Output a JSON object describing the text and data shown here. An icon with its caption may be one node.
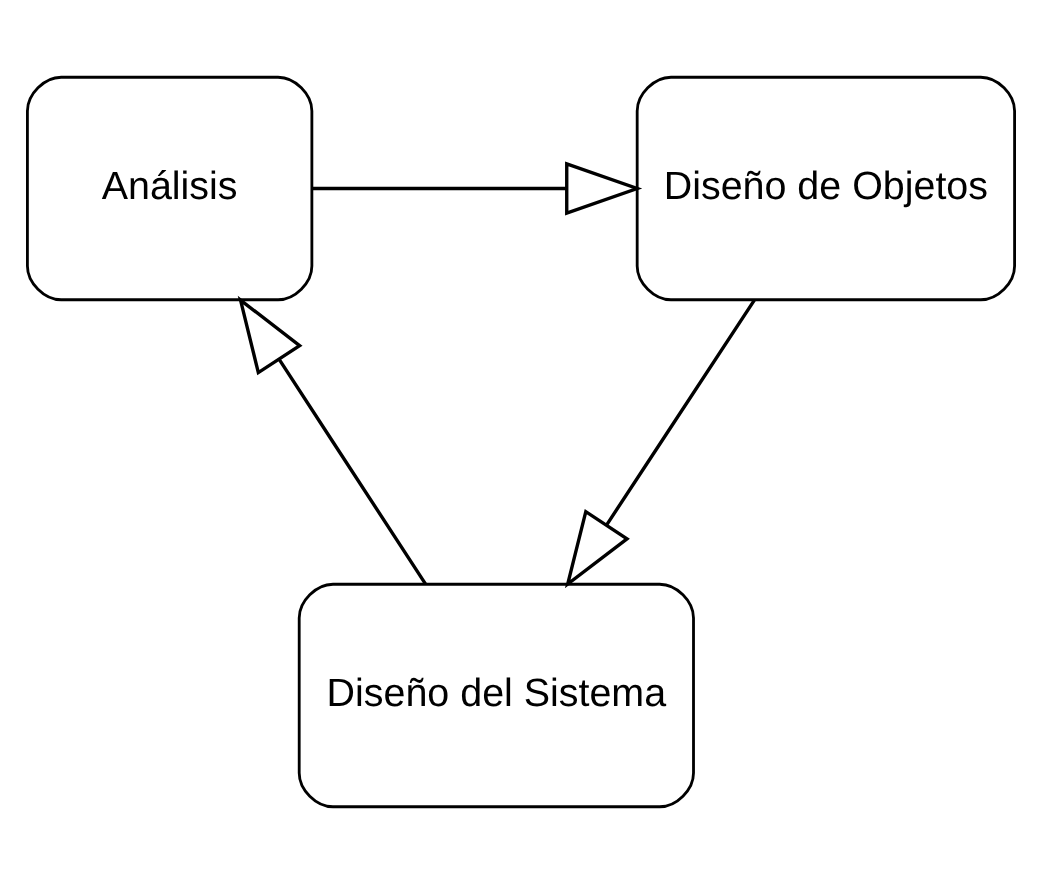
{
  "diagram": {
    "nodes": [
      {
        "text": [
          "Diseño de Objetos"
        ]
      },
      {
        "text": [
          "Análisis"
        ]
      },
      {
        "text": [
          "Diseño del Sistema"
        ]
      }
    ],
    "edges": [
      {
        "from": 1,
        "to": 0,
        "arrow": "to"
      },
      {
        "from": 0,
        "to": 2,
        "arrow": "to"
      },
      {
        "from": 2,
        "to": 1,
        "arrow": "to"
      }
    ]
  }
}
